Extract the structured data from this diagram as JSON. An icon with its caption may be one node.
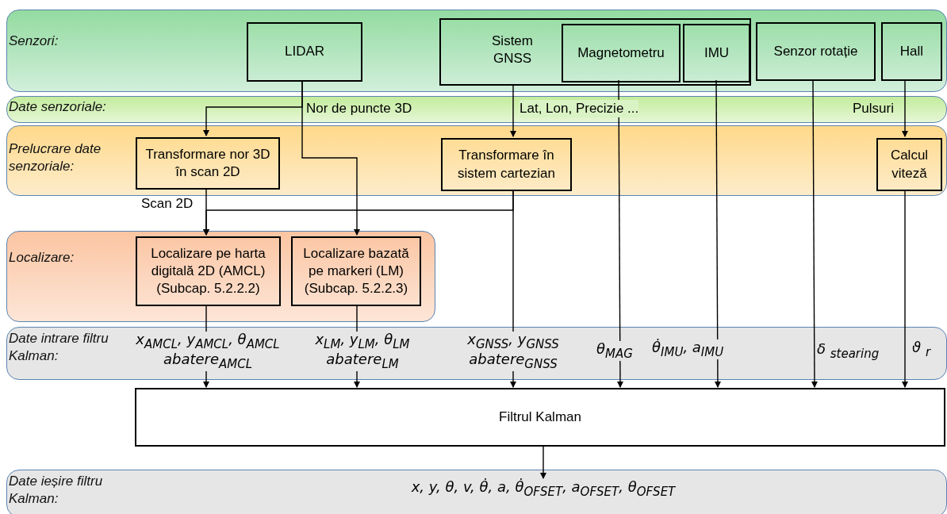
{
  "diagram": {
    "nodes": [
      {
        "text": [
          "Senzori:"
        ]
      },
      {
        "text": [
          "LIDAR"
        ],
        "in": 0
      },
      {
        "text": [
          "Sistem GNSS"
        ],
        "in": 0
      },
      {
        "text": [
          "Magnetometru"
        ],
        "in": 2
      },
      {
        "text": [
          "IMU"
        ],
        "in": 2
      },
      {
        "text": [
          "Senzor rotație"
        ],
        "in": 0
      },
      {
        "text": [
          "Hall"
        ],
        "in": 0
      },
      {
        "text": [
          "Prelucrare date senzoriale:"
        ]
      },
      {
        "text": [
          "Transformare nor 3D în scan 2D"
        ],
        "in": 7
      },
      {
        "text": [
          "Transformare în sistem cartezian"
        ],
        "in": 7
      },
      {
        "text": [
          "Calcul viteză"
        ],
        "in": 7
      },
      {
        "text": [
          "Localizare:"
        ]
      },
      {
        "text": [
          "Localizare pe harta digitală 2D (AMCL) (Subcap. 5.2.2.2)"
        ],
        "in": 11
      },
      {
        "text": [
          "Localizare bazată pe markeri (LM) (Subcap. 5.2.2.3)"
        ],
        "in": 11
      },
      {
        "text": [
          "Filtrul Kalman"
        ]
      },
      {
        "text": [
          "x, y, θ, v, θ̇, a, θ̇$_{OFSET}$, a$_{OFSET}$, θ$_{OFSET}$"
        ]
      }
    ],
    "edges": [
      {
        "from": 1,
        "to": 8,
        "arrow": "to",
        "label": "Nor de puncte 3D"
      },
      {
        "from": 1,
        "to": 13,
        "arrow": "to"
      },
      {
        "from": 2,
        "to": 9,
        "arrow": "to",
        "label": "Lat, Lon, Precizie ..."
      },
      {
        "from": 6,
        "to": 10,
        "arrow": "to",
        "label": "Pulsuri"
      },
      {
        "from": 8,
        "to": 12,
        "arrow": "to",
        "label": "Scan 2D"
      },
      {
        "from": 9,
        "to": 12,
        "arrow": "to"
      },
      {
        "from": 12,
        "to": 14,
        "arrow": "to",
        "label": "x$_{AMCL}$, y$_{AMCL}$, θ$_{AMCL}$ abatere$_{AMCL}$"
      },
      {
        "from": 13,
        "to": 14,
        "arrow": "to",
        "label": "x$_{LM}$, y$_{LM}$, θ$_{LM}$ abatere$_{LM}$"
      },
      {
        "from": 9,
        "to": 14,
        "arrow": "to",
        "label": "x$_{GNSS}$, y$_{GNSS}$ abatere$_{GNSS}$"
      },
      {
        "from": 3,
        "to": 14,
        "arrow": "to",
        "label": "θ$_{MAG}$"
      },
      {
        "from": 4,
        "to": 14,
        "arrow": "to",
        "label": "θ̇$_{IMU}$, a$_{IMU}$"
      },
      {
        "from": 5,
        "to": 14,
        "arrow": "to",
        "label": "δ $_{stearing}$"
      },
      {
        "from": 10,
        "to": 14,
        "arrow": "to",
        "label": "ϑ $_{r}$"
      },
      {
        "from": 14,
        "to": 15,
        "arrow": "to"
      }
    ],
    "labels": [
      "Date senzoriale:",
      "Date intrare filtru Kalman:",
      "Date ieșire filtru Kalman:"
    ]
  }
}
